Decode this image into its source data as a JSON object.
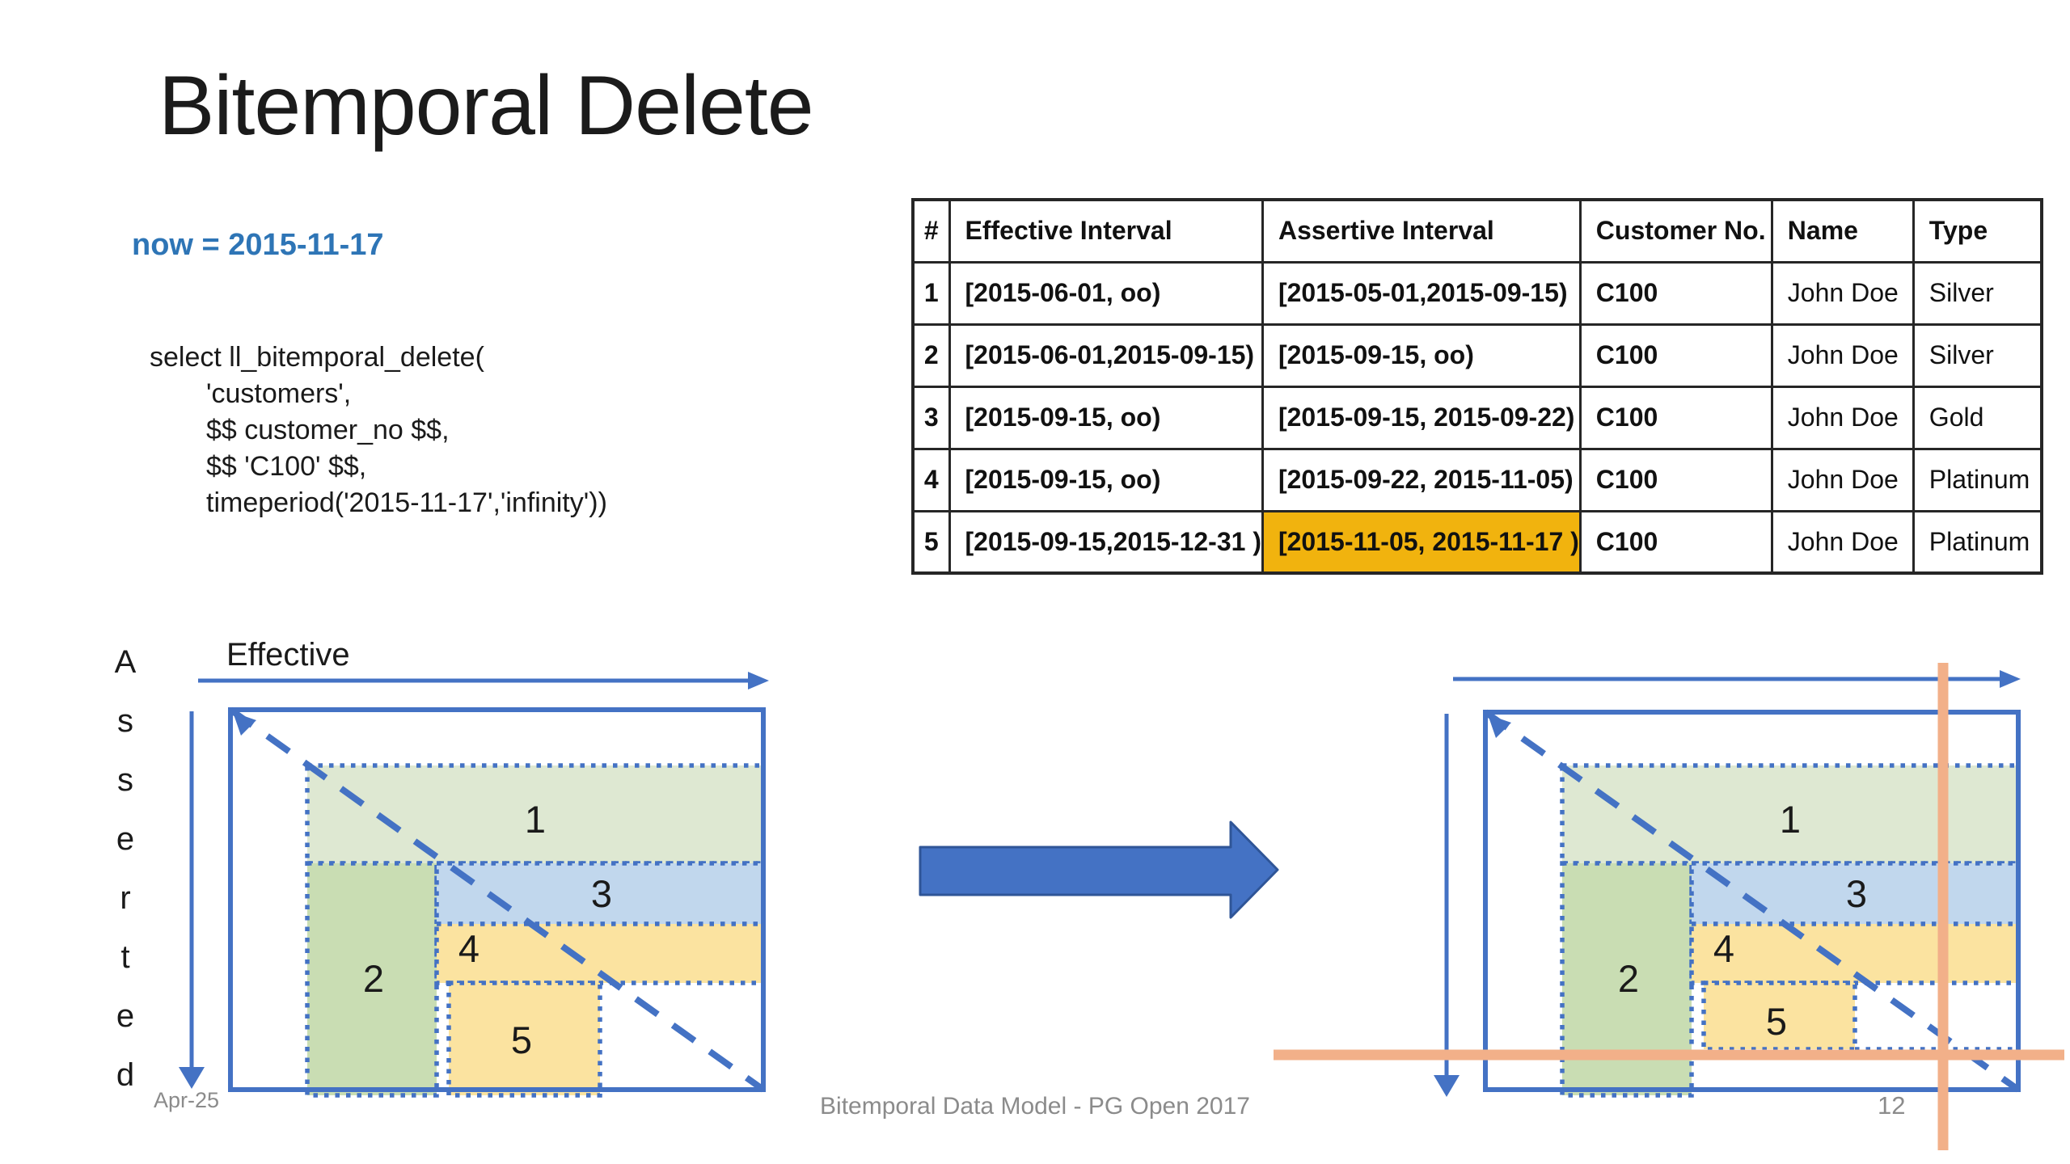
{
  "slide": {
    "title": "Bitemporal Delete",
    "now_label": "now = 2015-11-17",
    "sql_lines": [
      "select ll_bitemporal_delete(",
      "'customers',",
      "$$ customer_no $$,",
      "$$ 'C100' $$,",
      "timeperiod('2015-11-17','infinity'))"
    ],
    "footer": {
      "left": "Apr-25",
      "center": "Bitemporal Data Model - PG Open 2017",
      "right_page": "12"
    }
  },
  "table": {
    "headers": [
      "#",
      "Effective Interval",
      "Assertive Interval",
      "Customer No.",
      "Name",
      "Type"
    ],
    "rows": [
      {
        "cells": [
          "1",
          "[2015-06-01, oo)",
          "[2015-05-01,2015-09-15)",
          "C100",
          "John Doe",
          "Silver"
        ],
        "highlight_col": null
      },
      {
        "cells": [
          "2",
          "[2015-06-01,2015-09-15)",
          "[2015-09-15, oo)",
          "C100",
          "John Doe",
          "Silver"
        ],
        "highlight_col": null
      },
      {
        "cells": [
          "3",
          "[2015-09-15, oo)",
          "[2015-09-15, 2015-09-22)",
          "C100",
          "John Doe",
          "Gold"
        ],
        "highlight_col": null
      },
      {
        "cells": [
          "4",
          "[2015-09-15, oo)",
          "[2015-09-22, 2015-11-05)",
          "C100",
          "John Doe",
          "Platinum"
        ],
        "highlight_col": null
      },
      {
        "cells": [
          "5",
          "[2015-09-15,2015-12-31 )",
          "[2015-11-05, 2015-11-17 )",
          "C100",
          "John Doe",
          "Platinum"
        ],
        "highlight_col": 2
      }
    ]
  },
  "diagrams": {
    "x_axis_label": "Effective",
    "y_axis_label": "Asserted",
    "region_labels": [
      "1",
      "2",
      "3",
      "4",
      "5"
    ]
  },
  "palette": {
    "accent_blue": "#4472C4",
    "arrow_dark_blue": "#2F5597",
    "region_green_light": "#DEE8D2",
    "region_green": "#C9DDB3",
    "region_blue": "#C1D7ED",
    "region_yellow": "#FBE3A0",
    "highlight_amber": "#F1B30E",
    "now_line_orange": "#F2B089",
    "now_text_blue": "#2E75B6",
    "footer_gray": "#8B8B8B",
    "diagram_label_black": "#1a1a1a"
  }
}
